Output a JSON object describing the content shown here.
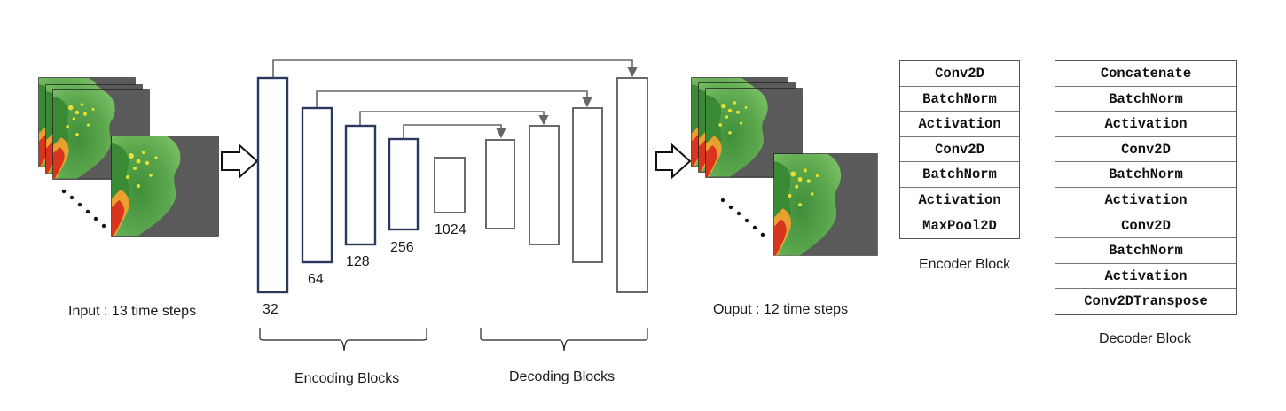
{
  "input_label": "Input : 13 time steps",
  "output_label": "Ouput : 12 time steps",
  "encoder_channels": [
    "32",
    "64",
    "128",
    "256"
  ],
  "bottleneck_channels": "1024",
  "encoding_label": "Encoding Blocks",
  "decoding_label": "Decoding Blocks",
  "encoder_block": {
    "caption": "Encoder Block",
    "layers": [
      "Conv2D",
      "BatchNorm",
      "Activation",
      "Conv2D",
      "BatchNorm",
      "Activation",
      "MaxPool2D"
    ]
  },
  "decoder_block": {
    "caption": "Decoder Block",
    "layers": [
      "Concatenate",
      "BatchNorm",
      "Activation",
      "Conv2D",
      "BatchNorm",
      "Activation",
      "Conv2D",
      "BatchNorm",
      "Activation",
      "Conv2DTranspose"
    ]
  },
  "colors": {
    "encoder_stroke": "#2b3a5c",
    "decoder_stroke": "#6a6a6a",
    "skip_line": "#666666",
    "radar_background": "#5a5a5a",
    "radar_green": "#4f9e46",
    "radar_yellow": "#e8e030",
    "radar_red": "#d8341e"
  }
}
